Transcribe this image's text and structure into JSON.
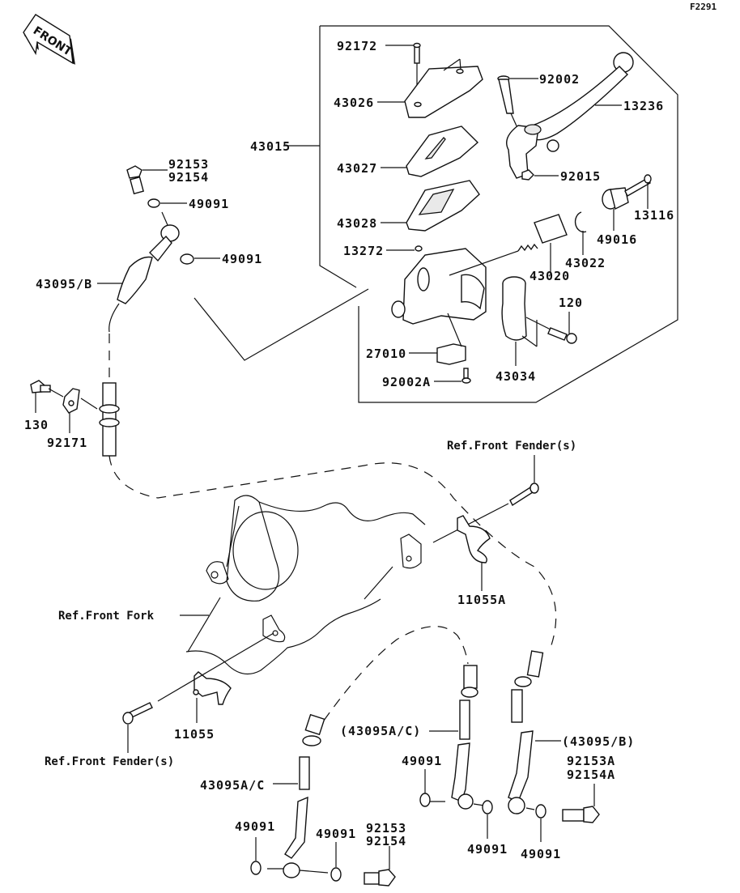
{
  "diagram": {
    "code": "F2291",
    "front_arrow": "FRONT",
    "assembly_label": "43015",
    "labels": {
      "p92172": "92172",
      "p43026": "43026",
      "p43027": "43027",
      "p43028": "43028",
      "p13272": "13272",
      "p27010": "27010",
      "p92002A": "92002A",
      "p43034": "43034",
      "p92002": "92002",
      "p13236": "13236",
      "p92015": "92015",
      "p13116": "13116",
      "p49016": "49016",
      "p43022": "43022",
      "p43020": "43020",
      "p120": "120",
      "p92153_top": "92153",
      "p92154_top": "92154",
      "p49091_a": "49091",
      "p49091_b": "49091",
      "p43095B": "43095/B",
      "p130": "130",
      "p92171": "92171",
      "p11055A": "11055A",
      "p11055": "11055",
      "p43095AC_paren": "(43095A/C)",
      "p43095B_paren": "(43095/B)",
      "p43095AC": "43095A/C",
      "p49091_c": "49091",
      "p49091_d": "49091",
      "p49091_e": "49091",
      "p49091_f": "49091",
      "p49091_g": "49091",
      "p92153_bot": "92153",
      "p92154_bot": "92154",
      "p92153A": "92153A",
      "p92154A": "92154A"
    },
    "references": {
      "front_fender_top": "Ref.Front Fender(s)",
      "front_fork": "Ref.Front Fork",
      "front_fender_bottom": "Ref.Front Fender(s)"
    }
  }
}
